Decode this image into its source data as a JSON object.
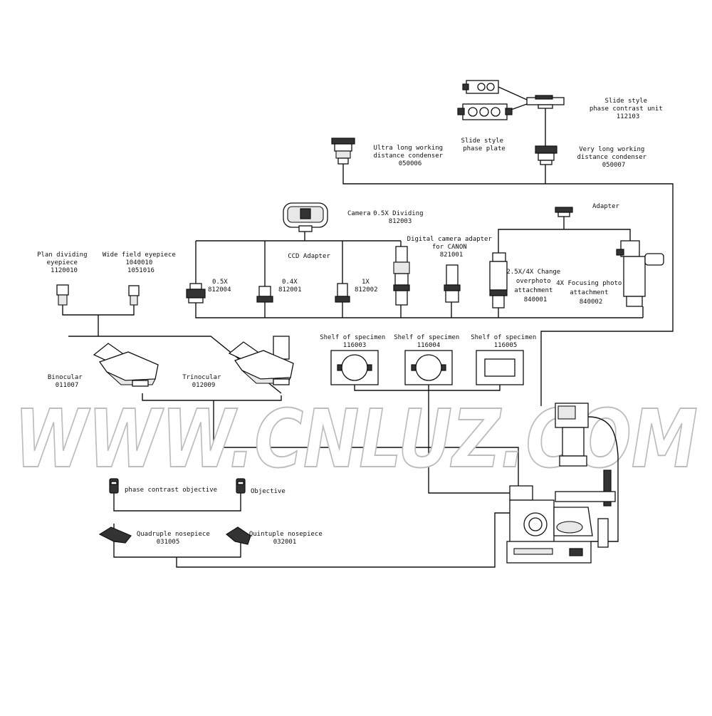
{
  "watermark": "WWW.CNLUZ.COM",
  "labels": {
    "slide_phase_unit": [
      "Slide style",
      "phase contrast unit",
      "112103"
    ],
    "slide_phase_plate": [
      "Slide style",
      "phase plate"
    ],
    "ultra_condenser": [
      "Ultra long working",
      "distance condenser",
      "050006"
    ],
    "very_condenser": [
      "Very long working",
      "distance condenser",
      "050007"
    ],
    "camera": "Camera",
    "dividing_05x": [
      "0.5X Dividing",
      "812003"
    ],
    "adapter": "Adapter",
    "ccd_adapter": "CCD Adapter",
    "digital_camera_adapter": [
      "Digital camera adapter",
      "for CANON",
      "821001"
    ],
    "plan_dividing_eyepiece": [
      "Plan dividing",
      "eyepiece",
      "1120010"
    ],
    "wide_field_eyepiece": [
      "Wide field eyepiece",
      "1040010",
      "1051016"
    ],
    "ccd_05x": [
      "0.5X",
      "812004"
    ],
    "ccd_04x": [
      "0.4X",
      "812001"
    ],
    "ccd_1x": [
      "1X",
      "812002"
    ],
    "change_overphoto": [
      "2.5X/4X Change",
      "overphoto",
      "attachment",
      "840001"
    ],
    "focusing_photo": [
      "4X Focusing photo",
      "attachment",
      "840002"
    ],
    "shelf_1": [
      "Shelf of specimen",
      "116003"
    ],
    "shelf_2": [
      "Shelf of specimen",
      "116004"
    ],
    "shelf_3": [
      "Shelf of specimen",
      "116005"
    ],
    "binocular": [
      "Binocular",
      "011007"
    ],
    "trinocular": [
      "Trinocular",
      "012009"
    ],
    "phase_contrast_objective": "phase contrast objective",
    "objective": "Objective",
    "quadruple_nosepiece": [
      "Quadruple nosepiece",
      "031005"
    ],
    "quintuple_nosepiece": [
      "Quintuple nosepiece",
      "032001"
    ]
  }
}
